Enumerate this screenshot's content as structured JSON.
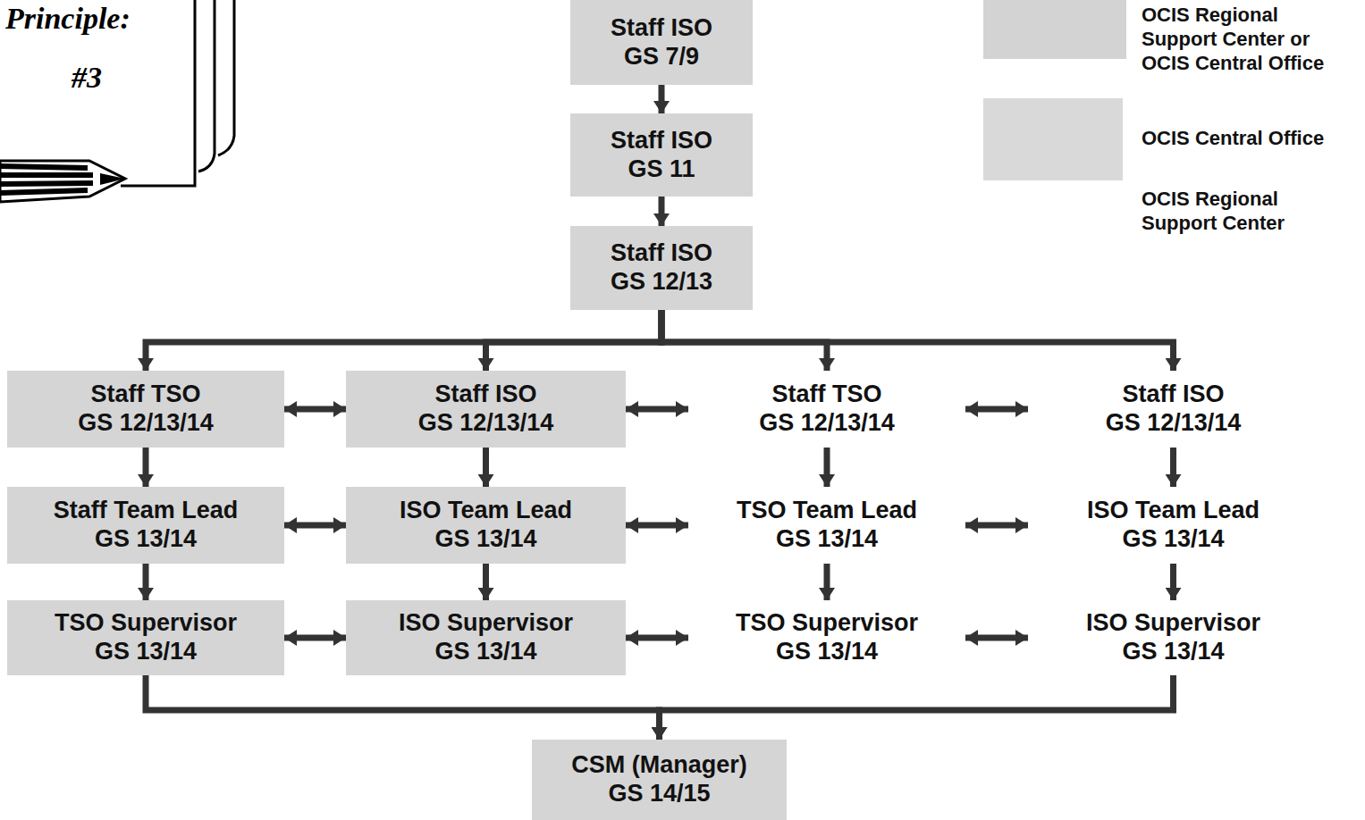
{
  "diagram": {
    "nodes": [
      {
        "text": [
          "Staff ISO",
          "GS 7/9"
        ]
      },
      {
        "text": [
          "Staff ISO",
          "GS 11"
        ]
      },
      {
        "text": [
          "Staff ISO",
          "GS 12/13"
        ]
      },
      {
        "text": [
          "Staff TSO",
          "GS 12/13/14"
        ]
      },
      {
        "text": [
          "Staff ISO",
          "GS 12/13/14"
        ]
      },
      {
        "text": [
          "Staff TSO",
          "GS 12/13/14"
        ]
      },
      {
        "text": [
          "Staff ISO",
          "GS 12/13/14"
        ]
      },
      {
        "text": [
          "Staff Team Lead",
          "GS 13/14"
        ]
      },
      {
        "text": [
          "ISO Team Lead",
          "GS 13/14"
        ]
      },
      {
        "text": [
          "TSO Team Lead",
          "GS 13/14"
        ]
      },
      {
        "text": [
          "ISO Team Lead",
          "GS 13/14"
        ]
      },
      {
        "text": [
          "TSO Supervisor",
          "GS 13/14"
        ]
      },
      {
        "text": [
          "ISO Supervisor",
          "GS 13/14"
        ]
      },
      {
        "text": [
          "TSO Supervisor",
          "GS 13/14"
        ]
      },
      {
        "text": [
          "ISO Supervisor",
          "GS 13/14"
        ]
      },
      {
        "text": [
          "CSM (Manager)",
          "GS 14/15"
        ]
      }
    ],
    "edges": [
      {
        "from": 0,
        "to": 1,
        "arrow": "to"
      },
      {
        "from": 1,
        "to": 2,
        "arrow": "to"
      },
      {
        "from": 2,
        "to": 3,
        "arrow": "to"
      },
      {
        "from": 2,
        "to": 4,
        "arrow": "to"
      },
      {
        "from": 2,
        "to": 5,
        "arrow": "to"
      },
      {
        "from": 2,
        "to": 6,
        "arrow": "to"
      },
      {
        "from": 3,
        "to": 4,
        "arrow": "both"
      },
      {
        "from": 4,
        "to": 5,
        "arrow": "both"
      },
      {
        "from": 5,
        "to": 6,
        "arrow": "both"
      },
      {
        "from": 3,
        "to": 7,
        "arrow": "to"
      },
      {
        "from": 4,
        "to": 8,
        "arrow": "to"
      },
      {
        "from": 5,
        "to": 9,
        "arrow": "to"
      },
      {
        "from": 6,
        "to": 10,
        "arrow": "to"
      },
      {
        "from": 7,
        "to": 8,
        "arrow": "both"
      },
      {
        "from": 8,
        "to": 9,
        "arrow": "both"
      },
      {
        "from": 9,
        "to": 10,
        "arrow": "both"
      },
      {
        "from": 7,
        "to": 11,
        "arrow": "to"
      },
      {
        "from": 8,
        "to": 12,
        "arrow": "to"
      },
      {
        "from": 9,
        "to": 13,
        "arrow": "to"
      },
      {
        "from": 10,
        "to": 14,
        "arrow": "to"
      },
      {
        "from": 11,
        "to": 12,
        "arrow": "both"
      },
      {
        "from": 12,
        "to": 13,
        "arrow": "both"
      },
      {
        "from": 13,
        "to": 14,
        "arrow": "both"
      },
      {
        "from": 11,
        "to": 15,
        "arrow": "to"
      },
      {
        "from": 14,
        "to": 15,
        "arrow": "to"
      }
    ],
    "labels": [
      "Principle:",
      "#3"
    ],
    "legend": [
      {
        "text": "OCIS Regional Support Center or OCIS Central Office",
        "color": "#d3d3d3"
      },
      {
        "text": "OCIS Central Office",
        "color": "#d9d9d9"
      },
      {
        "text": "OCIS Regional Support Center"
      }
    ]
  }
}
